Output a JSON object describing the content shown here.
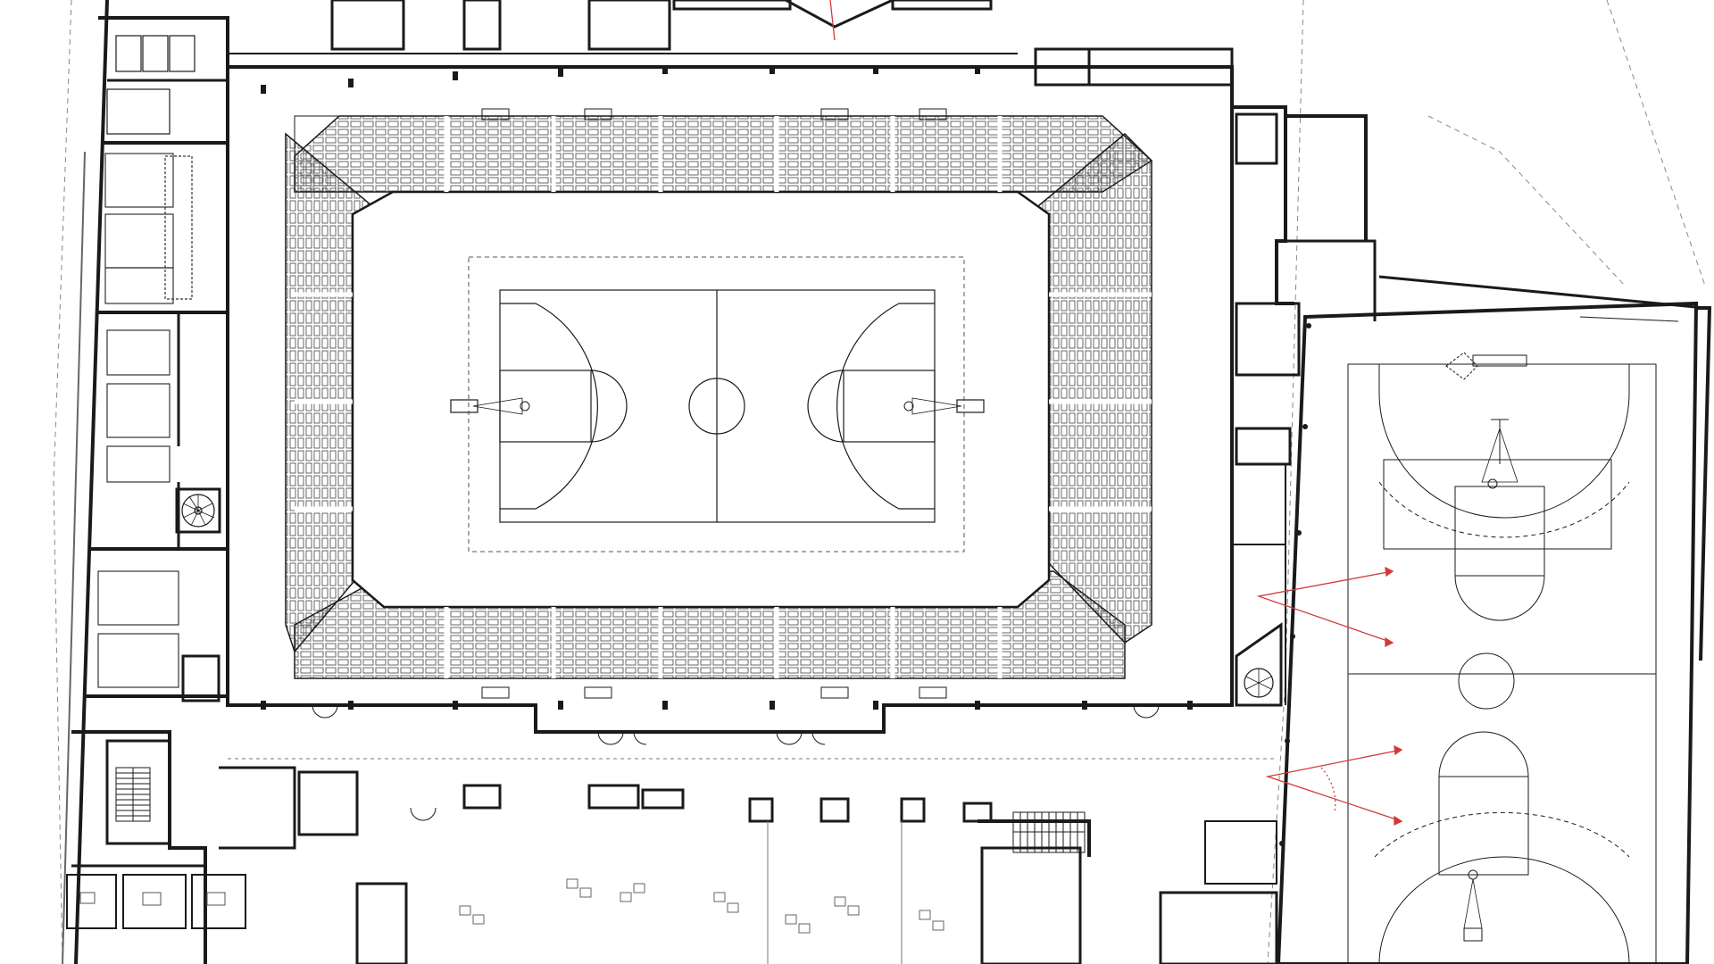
{
  "drawing": {
    "kind": "architectural floor plan",
    "line_color": "#1a1a1a",
    "thin_line_color": "#555555",
    "accent_color": "#d23a3a",
    "dashed_line_color": "#777777",
    "background": "#ffffff"
  },
  "elements": {
    "main_arena": "arena-hall",
    "main_court": "basketball-court",
    "training_hall": "training-hall",
    "training_courts": [
      "training-court-north",
      "training-court-south"
    ],
    "stair_icons": [
      "spiral-stair-icon",
      "spiral-stair-icon",
      "straight-stair-icon",
      "straight-stair-icon"
    ],
    "sight_lines": 4
  }
}
